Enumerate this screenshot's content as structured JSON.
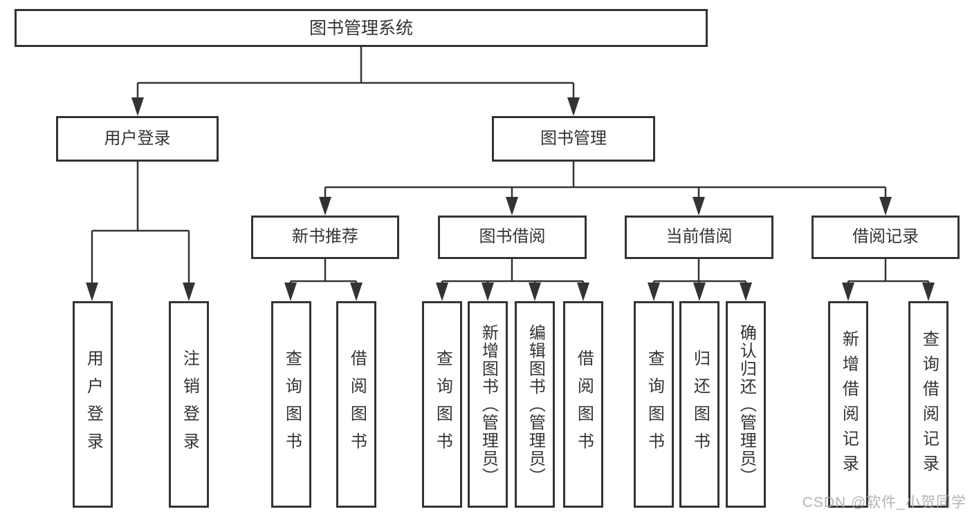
{
  "colors": {
    "line": "#333333",
    "box_border": "#333333",
    "box_fill": "#ffffff",
    "text": "#333333",
    "watermark": "#ababab",
    "background": "#ffffff"
  },
  "watermark": {
    "text": "CSDN @软件_小贺同学"
  },
  "tree": {
    "label": "图书管理系统",
    "children": [
      {
        "label": "用户登录",
        "children": [
          {
            "label": "用户登录"
          },
          {
            "label": "注销登录"
          }
        ]
      },
      {
        "label": "图书管理",
        "children": [
          {
            "label": "新书推荐",
            "children": [
              {
                "label": "查询图书"
              },
              {
                "label": "借阅图书"
              }
            ]
          },
          {
            "label": "图书借阅",
            "children": [
              {
                "label": "查询图书"
              },
              {
                "label": "新增图书（管理员）"
              },
              {
                "label": "编辑图书（管理员）"
              },
              {
                "label": "借阅图书"
              }
            ]
          },
          {
            "label": "当前借阅",
            "children": [
              {
                "label": "查询图书"
              },
              {
                "label": "归还图书"
              },
              {
                "label": "确认归还（管理员）"
              }
            ]
          },
          {
            "label": "借阅记录",
            "children": [
              {
                "label": "新增借阅记录"
              },
              {
                "label": "查询借阅记录"
              }
            ]
          }
        ]
      }
    ]
  }
}
